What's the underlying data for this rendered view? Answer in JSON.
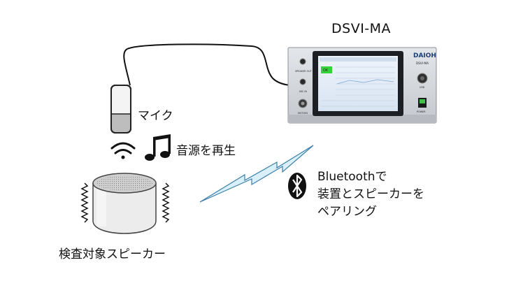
{
  "device": {
    "title": "DSVI-MA",
    "brand": "DAIOH",
    "model": "DSVI-MA",
    "labels": {
      "speaker_out": "SPEAKER OUT",
      "mic_in": "MIC IN",
      "motion": "MOTION",
      "usb": "USB",
      "power": "POWER"
    },
    "screen": {
      "ok_label": "OK",
      "ok_color": "#35d23a"
    }
  },
  "labels": {
    "microphone": "マイク",
    "play_sound": "音源を再生",
    "speaker_under_test": "検査対象スピーカー"
  },
  "bluetooth": {
    "line1": "Bluetoothで",
    "line2": "装置とスピーカーを",
    "line3": "ペアリング"
  },
  "colors": {
    "bluetooth_bolt_fill": "#d9f0fa",
    "bluetooth_bolt_stroke": "#3b7fa8",
    "device_body": "#d4d7dc",
    "speaker_top": "#cfcfcf"
  }
}
